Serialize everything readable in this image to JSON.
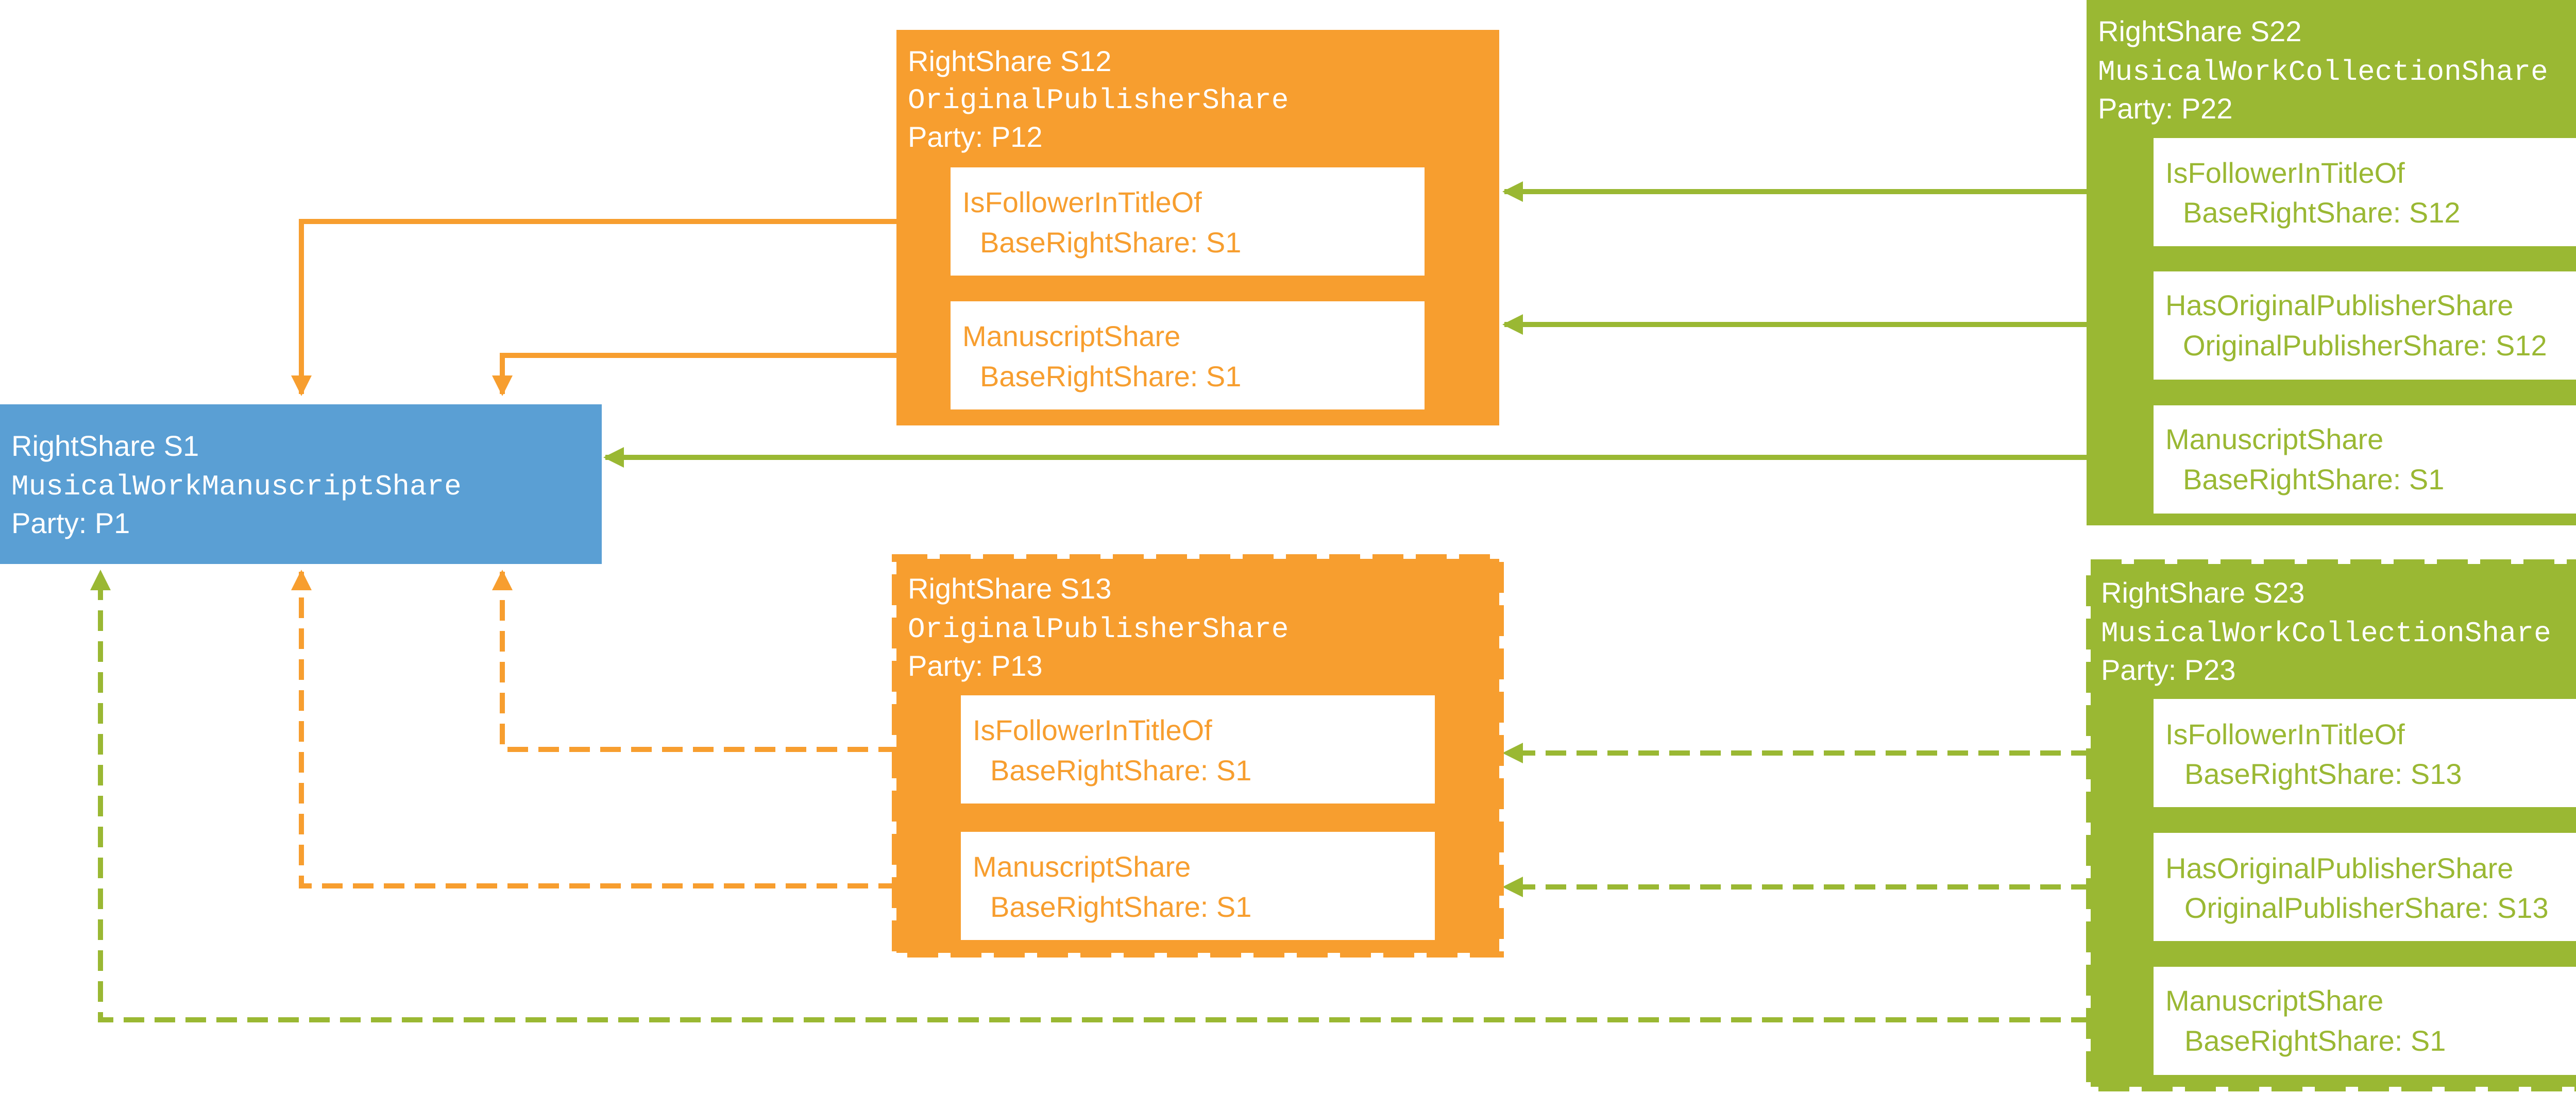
{
  "colors": {
    "blue": "#5A9FD4",
    "orange": "#F79E2F",
    "green": "#9AB833",
    "white": "#FFFFFF"
  },
  "boxes": {
    "s1": {
      "title": "RightShare S1",
      "type": "MusicalWorkManuscriptShare",
      "party": "Party: P1"
    },
    "s12": {
      "title": "RightShare S12",
      "type": "OriginalPublisherShare",
      "party": "Party: P12",
      "items": [
        {
          "line1": "IsFollowerInTitleOf",
          "line2": "BaseRightShare: S1"
        },
        {
          "line1": "ManuscriptShare",
          "line2": "BaseRightShare: S1"
        }
      ]
    },
    "s13": {
      "title": "RightShare S13",
      "type": "OriginalPublisherShare",
      "party": "Party: P13",
      "items": [
        {
          "line1": "IsFollowerInTitleOf",
          "line2": "BaseRightShare: S1"
        },
        {
          "line1": "ManuscriptShare",
          "line2": "BaseRightShare: S1"
        }
      ]
    },
    "s22": {
      "title": "RightShare S22",
      "type": "MusicalWorkCollectionShare",
      "party": "Party: P22",
      "items": [
        {
          "line1": "IsFollowerInTitleOf",
          "line2": "BaseRightShare: S12"
        },
        {
          "line1": "HasOriginalPublisherShare",
          "line2": "OriginalPublisherShare: S12"
        },
        {
          "line1": "ManuscriptShare",
          "line2": "BaseRightShare: S1"
        }
      ]
    },
    "s23": {
      "title": "RightShare S23",
      "type": "MusicalWorkCollectionShare",
      "party": "Party: P23",
      "items": [
        {
          "line1": "IsFollowerInTitleOf",
          "line2": "BaseRightShare: S13"
        },
        {
          "line1": "HasOriginalPublisherShare",
          "line2": "OriginalPublisherShare: S13"
        },
        {
          "line1": "ManuscriptShare",
          "line2": "BaseRightShare: S1"
        }
      ]
    }
  }
}
